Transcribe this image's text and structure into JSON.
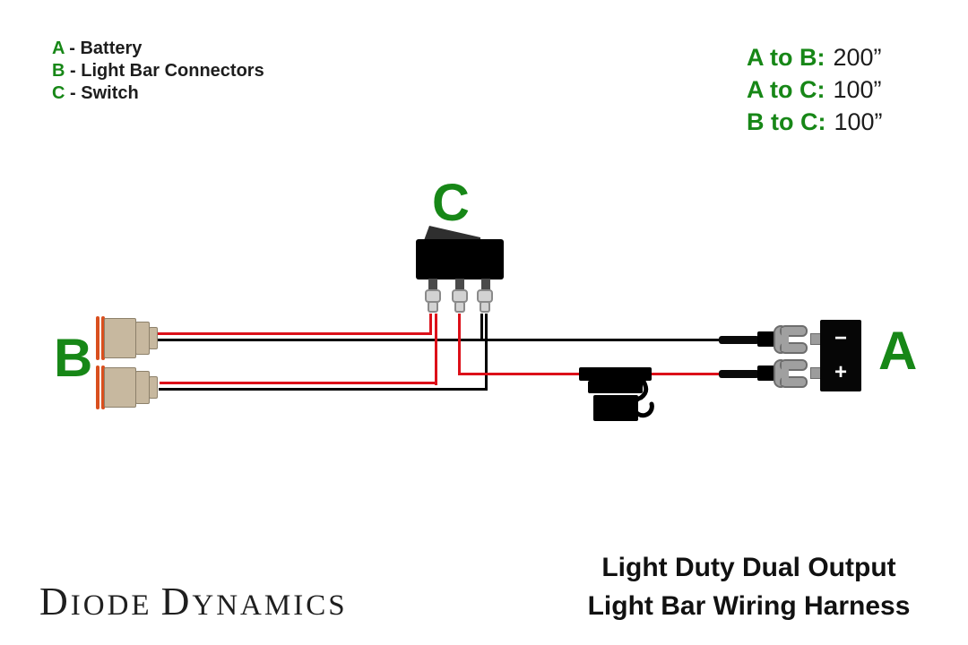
{
  "legend": {
    "items": [
      {
        "letter": "A",
        "sep": " - ",
        "label": "Battery"
      },
      {
        "letter": "B",
        "sep": " - ",
        "label": "Light Bar Connectors"
      },
      {
        "letter": "C",
        "sep": " - ",
        "label": "Switch"
      }
    ]
  },
  "measurements": {
    "rows": [
      {
        "label": "A to B:",
        "value": "200”"
      },
      {
        "label": "A to C:",
        "value": "100”"
      },
      {
        "label": "B to C:",
        "value": "100”"
      }
    ]
  },
  "diagram": {
    "switch_label": "C",
    "connectors_label": "B",
    "battery_label": "A",
    "battery": {
      "negative": "−",
      "positive": "+"
    }
  },
  "footer": {
    "brand": {
      "d1": "D",
      "rest1": "IODE",
      "d2": "D",
      "rest2": "YNAMICS"
    },
    "title_line1": "Light Duty Dual Output",
    "title_line2": "Light Bar Wiring Harness"
  },
  "colors": {
    "accent_green": "#178717",
    "wire_red": "#dc1019",
    "wire_black": "#000000",
    "connector_tan": "#c7b89f",
    "connector_seal_orange": "#d94f1e",
    "terminal_gray": "#9c9c9c",
    "background": "#ffffff"
  }
}
